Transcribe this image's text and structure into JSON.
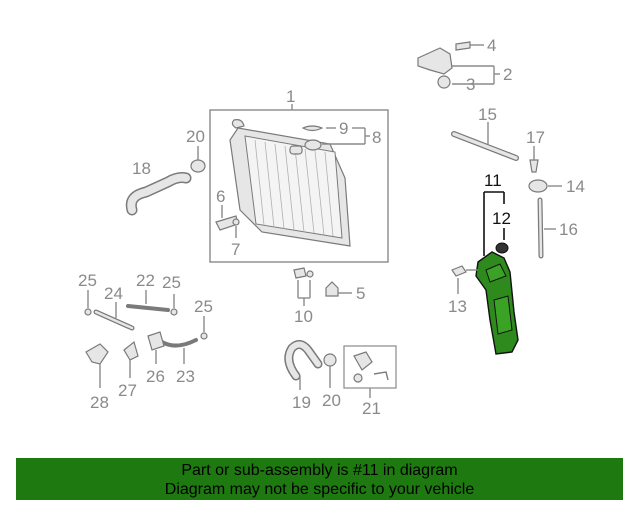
{
  "diagram": {
    "callouts": [
      {
        "id": "1",
        "text": "1",
        "highlight": false
      },
      {
        "id": "2",
        "text": "2",
        "highlight": false
      },
      {
        "id": "3",
        "text": "3",
        "highlight": false
      },
      {
        "id": "4",
        "text": "4",
        "highlight": false
      },
      {
        "id": "5",
        "text": "5",
        "highlight": false
      },
      {
        "id": "6",
        "text": "6",
        "highlight": false
      },
      {
        "id": "7",
        "text": "7",
        "highlight": false
      },
      {
        "id": "8",
        "text": "8",
        "highlight": false
      },
      {
        "id": "9",
        "text": "9",
        "highlight": false
      },
      {
        "id": "10",
        "text": "10",
        "highlight": false
      },
      {
        "id": "11",
        "text": "11",
        "highlight": true
      },
      {
        "id": "12",
        "text": "12",
        "highlight": true
      },
      {
        "id": "13",
        "text": "13",
        "highlight": false
      },
      {
        "id": "14",
        "text": "14",
        "highlight": false
      },
      {
        "id": "15",
        "text": "15",
        "highlight": false
      },
      {
        "id": "16",
        "text": "16",
        "highlight": false
      },
      {
        "id": "17",
        "text": "17",
        "highlight": false
      },
      {
        "id": "18",
        "text": "18",
        "highlight": false
      },
      {
        "id": "19",
        "text": "19",
        "highlight": false
      },
      {
        "id": "20a",
        "text": "20",
        "highlight": false
      },
      {
        "id": "20b",
        "text": "20",
        "highlight": false
      },
      {
        "id": "21",
        "text": "21",
        "highlight": false
      },
      {
        "id": "22",
        "text": "22",
        "highlight": false
      },
      {
        "id": "23",
        "text": "23",
        "highlight": false
      },
      {
        "id": "24",
        "text": "24",
        "highlight": false
      },
      {
        "id": "25a",
        "text": "25",
        "highlight": false
      },
      {
        "id": "25b",
        "text": "25",
        "highlight": false
      },
      {
        "id": "25c",
        "text": "25",
        "highlight": false
      },
      {
        "id": "26",
        "text": "26",
        "highlight": false
      },
      {
        "id": "27",
        "text": "27",
        "highlight": false
      },
      {
        "id": "28",
        "text": "28",
        "highlight": false
      }
    ],
    "colors": {
      "line": "#8a8a8a",
      "highlight": "#111111",
      "highlight_part": "#2f8a1e",
      "footer_bg": "#1e7a10"
    }
  },
  "footer": {
    "line1": "Part or sub-assembly is #11 in diagram",
    "line2": "Diagram may not be specific to your vehicle"
  }
}
